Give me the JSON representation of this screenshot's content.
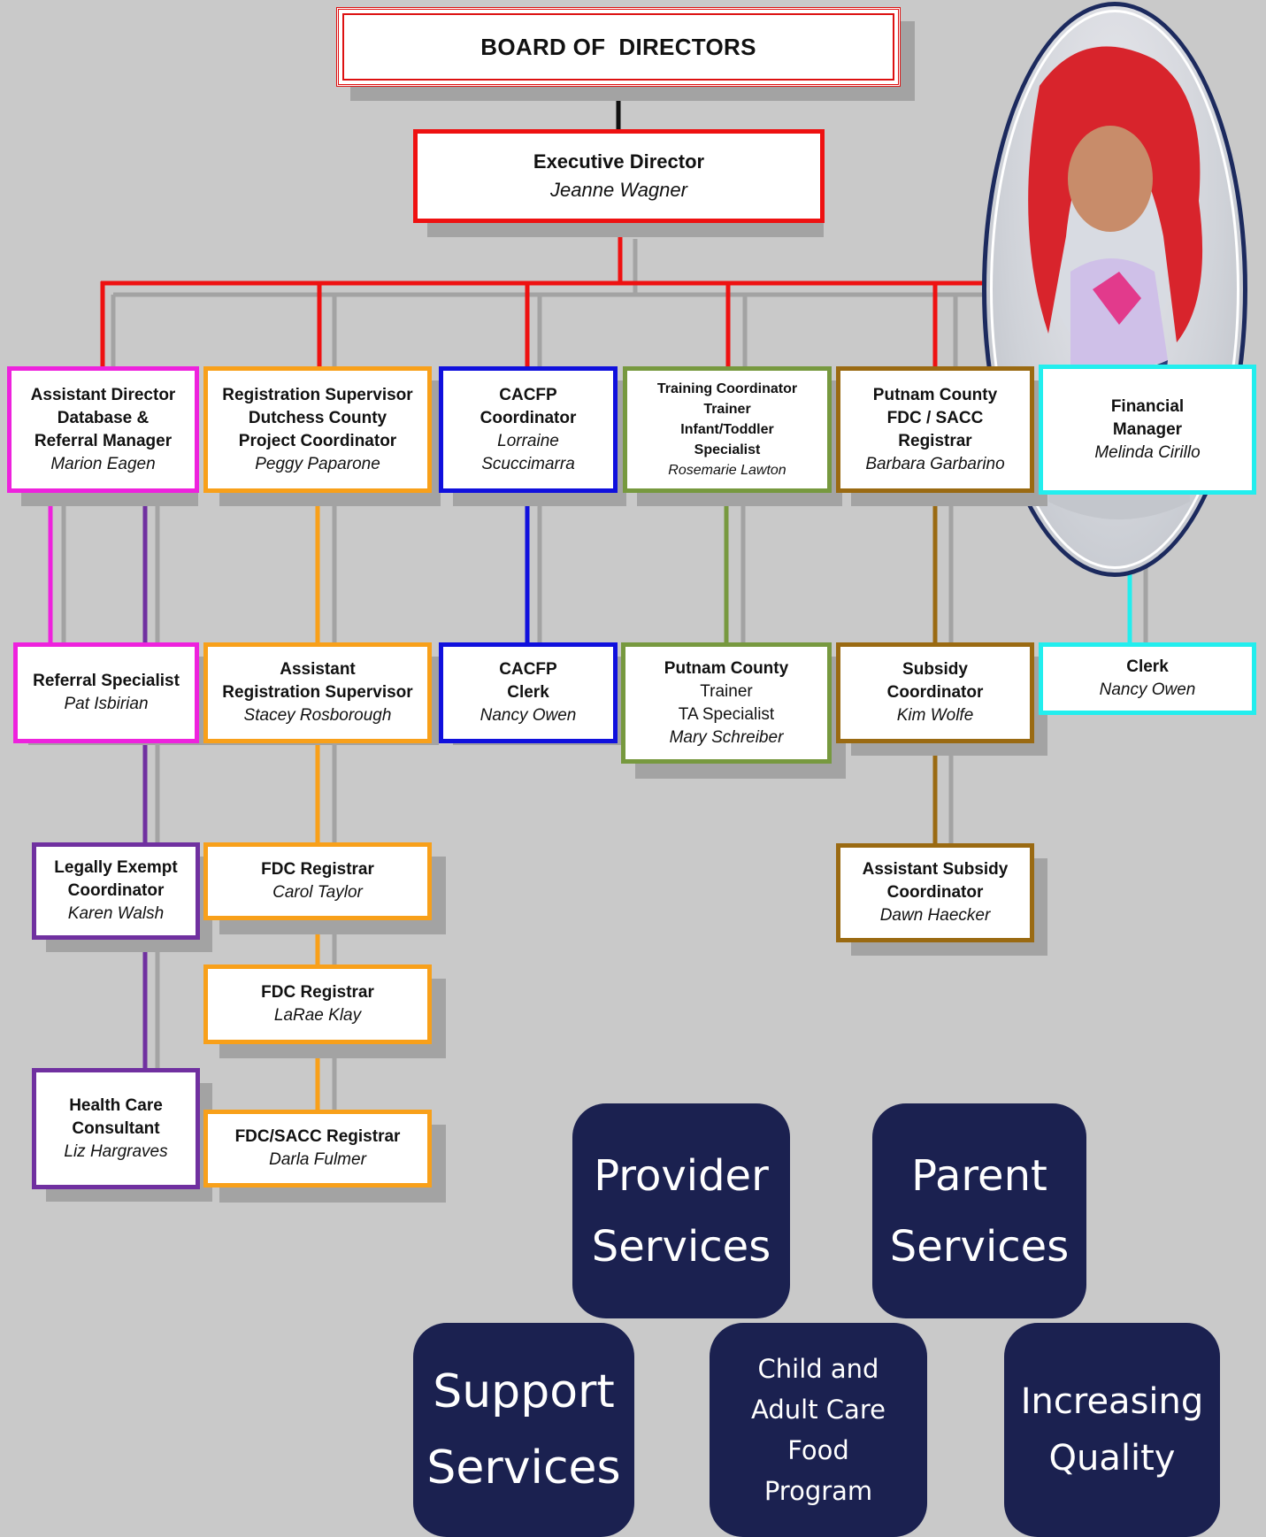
{
  "board": {
    "title": "BOARD OF  DIRECTORS"
  },
  "colors": {
    "red": "#ee1111",
    "magenta": "#ee22dd",
    "orange": "#f8a01a",
    "blue": "#1010dd",
    "green": "#77993f",
    "brown": "#9a6a12",
    "cyan": "#22eeee",
    "purple": "#7030a0",
    "navy": "#1b2150",
    "photo_border": "#1c2a5e"
  },
  "executive": {
    "title": "Executive Director",
    "name": "Jeanne Wagner"
  },
  "top_row": [
    {
      "lines": [
        "Assistant Director",
        "Database &",
        "Referral Manager"
      ],
      "name": "Marion Eagen"
    },
    {
      "lines": [
        "Registration Supervisor",
        "Dutchess County",
        "Project Coordinator"
      ],
      "name": "Peggy Paparone"
    },
    {
      "lines": [
        "CACFP",
        "Coordinator"
      ],
      "name_lines": [
        "Lorraine",
        "Scuccimarra"
      ]
    },
    {
      "lines": [
        "Training Coordinator",
        "Trainer",
        "Infant/Toddler",
        "Specialist"
      ],
      "name": "Rosemarie Lawton"
    },
    {
      "lines": [
        "Putnam County",
        "FDC / SACC",
        "Registrar"
      ],
      "name": "Barbara Garbarino"
    },
    {
      "lines": [
        "Financial",
        "Manager"
      ],
      "name": "Melinda Cirillo"
    }
  ],
  "second_row": [
    {
      "lines": [
        "Referral Specialist"
      ],
      "name": "Pat Isbirian"
    },
    {
      "lines": [
        "Assistant",
        "Registration Supervisor"
      ],
      "name": "Stacey Rosborough"
    },
    {
      "lines": [
        "CACFP",
        "Clerk"
      ],
      "name": "Nancy Owen"
    },
    {
      "lines": [
        "Putnam County"
      ],
      "regular": [
        "Trainer",
        "TA Specialist"
      ],
      "name": "Mary Schreiber"
    },
    {
      "lines": [
        "Subsidy",
        "Coordinator"
      ],
      "name": "Kim Wolfe"
    },
    {
      "lines": [
        "Clerk"
      ],
      "name": "Nancy Owen"
    }
  ],
  "purple_chain": [
    {
      "lines": [
        "Legally Exempt",
        "Coordinator"
      ],
      "name": "Karen Walsh"
    },
    {
      "lines": [
        "Health Care",
        "Consultant"
      ],
      "name": "Liz Hargraves"
    }
  ],
  "orange_chain": [
    {
      "lines": [
        "FDC Registrar"
      ],
      "name": "Carol Taylor"
    },
    {
      "lines": [
        "FDC Registrar"
      ],
      "name": "LaRae Klay"
    },
    {
      "lines": [
        "FDC/SACC Registrar"
      ],
      "name": "Darla Fulmer"
    }
  ],
  "brown_chain": [
    {
      "lines": [
        "Assistant Subsidy",
        "Coordinator"
      ],
      "name": "Dawn Haecker"
    }
  ],
  "services": [
    {
      "lines": [
        "Provider",
        "Services"
      ]
    },
    {
      "lines": [
        "Parent",
        "Services"
      ]
    },
    {
      "lines": [
        "Support",
        "Services"
      ]
    },
    {
      "lines": [
        "Child and",
        "Adult Care",
        "Food",
        "Program"
      ]
    },
    {
      "lines": [
        "Increasing",
        "Quality"
      ]
    }
  ]
}
